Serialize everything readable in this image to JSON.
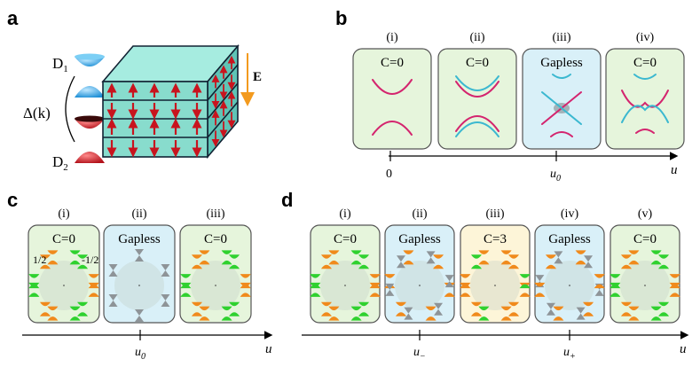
{
  "panel_a": {
    "letter": "a",
    "d1": "D",
    "d1_sub": "1",
    "d2": "D",
    "d2_sub": "2",
    "delta": "Δ(k)",
    "e_field": "E",
    "colors": {
      "top_cone": "#3aa9e8",
      "bottom_cone": "#d91f26",
      "slab": "#8fe0d2",
      "arrow": "#c8141e",
      "field": "#f39a1e"
    }
  },
  "panel_b": {
    "letter": "b",
    "boxes": [
      {
        "roman": "(i)",
        "label": "C=0",
        "bg": "#e6f5dc"
      },
      {
        "roman": "(ii)",
        "label": "C=0",
        "bg": "#e6f5dc"
      },
      {
        "roman": "(iii)",
        "label": "Gapless",
        "bg": "#d9f0f8"
      },
      {
        "roman": "(iv)",
        "label": "C=0",
        "bg": "#e6f5dc"
      }
    ],
    "axis": {
      "label": "u",
      "ticks": [
        "0",
        "u",
        "0"
      ]
    },
    "colors": {
      "band1": "#d4246e",
      "band2": "#3bb8d0"
    }
  },
  "panel_c": {
    "letter": "c",
    "boxes": [
      {
        "roman": "(i)",
        "label": "C=0",
        "bg": "#e6f5dc",
        "left_tag": "1/2",
        "right_tag": "-1/2"
      },
      {
        "roman": "(ii)",
        "label": "Gapless",
        "bg": "#d9f0f8"
      },
      {
        "roman": "(iii)",
        "label": "C=0",
        "bg": "#e6f5dc"
      }
    ],
    "axis": {
      "label": "u",
      "tick": "u",
      "tick_sub": "0"
    }
  },
  "panel_d": {
    "letter": "d",
    "boxes": [
      {
        "roman": "(i)",
        "label": "C=0",
        "bg": "#e6f5dc"
      },
      {
        "roman": "(ii)",
        "label": "Gapless",
        "bg": "#d9f0f8"
      },
      {
        "roman": "(iii)",
        "label": "C=3",
        "bg": "#fdf5d8"
      },
      {
        "roman": "(iv)",
        "label": "Gapless",
        "bg": "#d9f0f8"
      },
      {
        "roman": "(v)",
        "label": "C=0",
        "bg": "#e6f5dc"
      }
    ],
    "axis": {
      "label": "u",
      "tick1": "u",
      "tick1_sub": "−",
      "tick2": "u",
      "tick2_sub": "+"
    }
  },
  "cone_colors": {
    "orange": "#f08a1c",
    "green": "#2fd12f",
    "gray": "#8e9498"
  }
}
